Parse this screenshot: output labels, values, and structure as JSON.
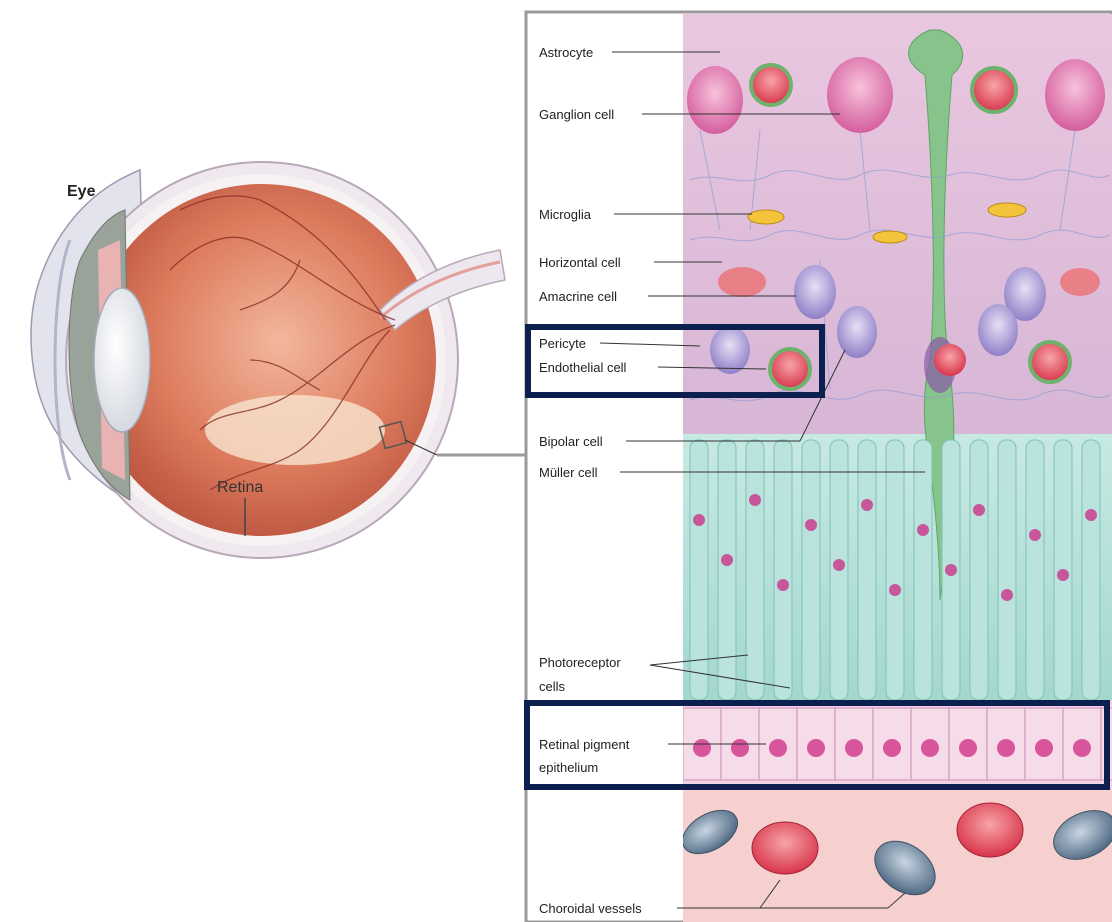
{
  "eye_panel": {
    "title": "Eye",
    "retina_label": "Retina"
  },
  "retina_panel": {
    "labels": {
      "astrocyte": "Astrocyte",
      "ganglion": "Ganglion cell",
      "microglia": "Microglia",
      "horizontal": "Horizontal cell",
      "amacrine": "Amacrine cell",
      "pericyte": "Pericyte",
      "endothelial": "Endothelial cell",
      "bipolar": "Bipolar cell",
      "muller": "Müller cell",
      "photoreceptor_line1": "Photoreceptor",
      "photoreceptor_line2": "cells",
      "rpe_line1": "Retinal pigment",
      "rpe_line2": "epithelium",
      "choroidal": "Choroidal vessels"
    },
    "highlights": [
      "pericyte-endothelial",
      "retinal-pigment-epithelium"
    ]
  },
  "colors": {
    "highlight_box": "#0d1f4f",
    "panel_border": "#9a9a9a",
    "eye_globe": "#d9735a",
    "photoreceptor": "#a9dcd3",
    "nerve_fiber": "#d9b0cc",
    "muller": "#7dbf85",
    "choroid": "#f4c9c8"
  }
}
